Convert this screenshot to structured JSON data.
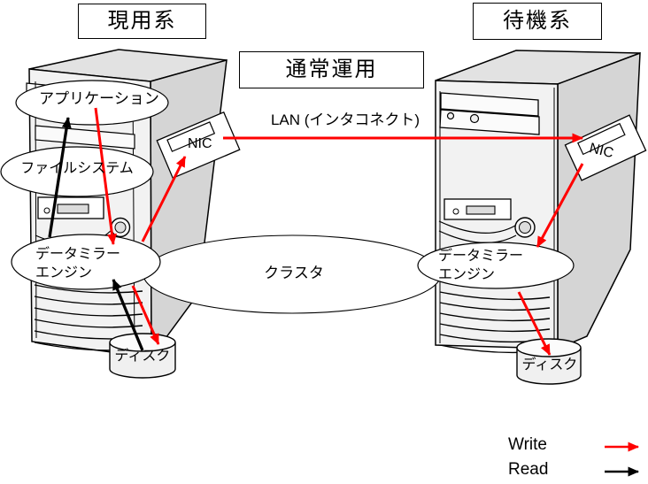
{
  "header": {
    "active_system": "現用系",
    "standby_system": "待機系",
    "operation_mode": "通常運用"
  },
  "network": {
    "lan_label": "LAN (インタコネクト)",
    "nic_active": "NIC",
    "nic_standby": "NIC"
  },
  "active_server": {
    "application": "アプリケーション",
    "filesystem": "ファイルシステム",
    "datamirror_line1": "データミラー",
    "datamirror_line2": "エンジン",
    "disk": "ディスク"
  },
  "standby_server": {
    "datamirror_line1": "データミラー",
    "datamirror_line2": "エンジン",
    "disk": "ディスク"
  },
  "cluster": {
    "label": "クラスタ"
  },
  "legend": {
    "write": "Write",
    "read": "Read"
  },
  "colors": {
    "write": "#ff0000",
    "read": "#000000"
  }
}
